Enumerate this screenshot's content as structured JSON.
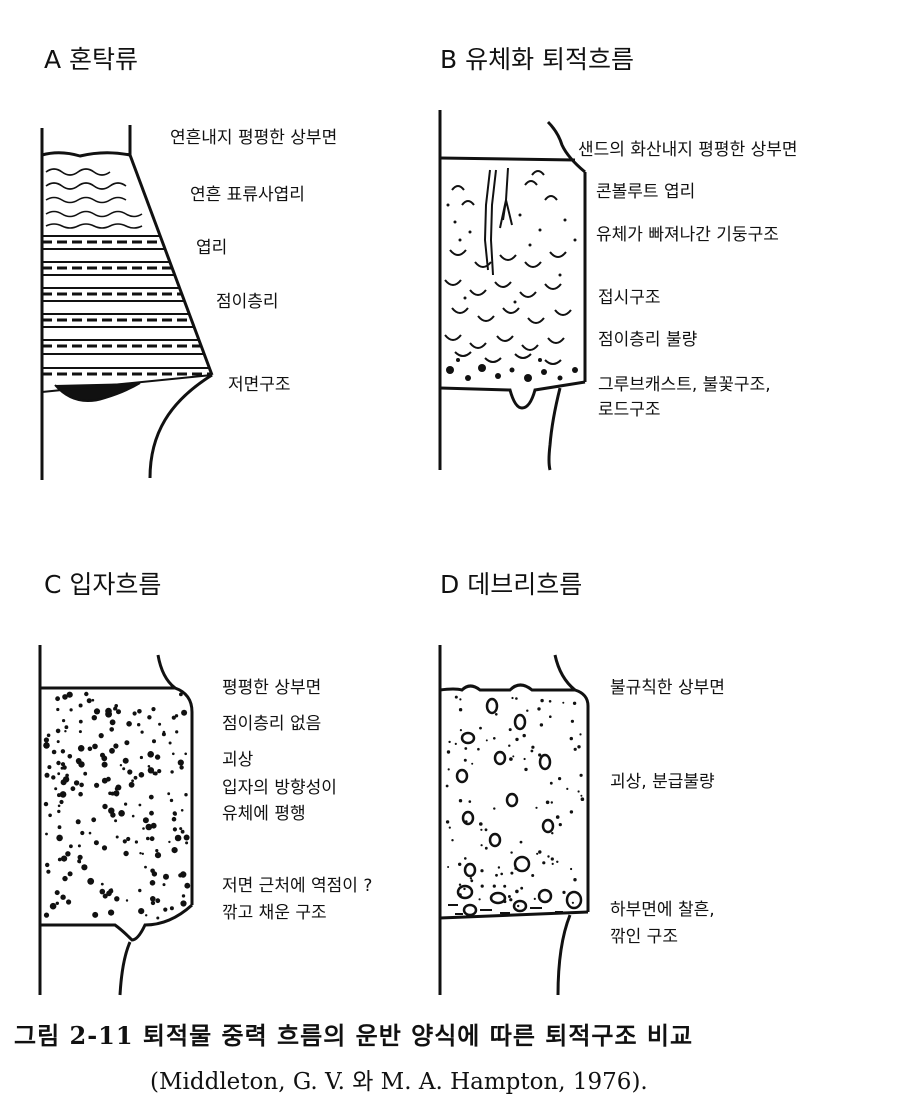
{
  "panels": [
    {
      "title": "A 혼탁류",
      "labels": [
        "연흔내지 평평한 상부면",
        "연흔 표류사엽리",
        "엽리",
        "점이층리",
        "저면구조"
      ]
    },
    {
      "title": "B 유체화 퇴적흐름",
      "labels": [
        "샌드의 화산내지 평평한 상부면",
        "콘볼루트 엽리",
        "유체가 빠져나간 기둥구조",
        "접시구조",
        "점이층리 불량",
        "그루브캐스트, 불꽃구조,",
        "로드구조"
      ]
    },
    {
      "title": "C 입자흐름",
      "labels": [
        "평평한 상부면",
        "점이층리 없음",
        "괴상",
        "입자의 방향성이",
        "유체에 평행",
        "저면 근처에 역점이 ?",
        "깎고 채운 구조"
      ]
    },
    {
      "title": "D 데브리흐름",
      "labels": [
        "불규칙한 상부면",
        "괴상, 분급불량",
        "하부면에 찰흔,",
        "깎인 구조"
      ]
    }
  ],
  "caption": {
    "line1": "그림 2-11 퇴적물 중력 흐름의 운반 양식에 따른 퇴적구조 비교",
    "line2": "(Middleton, G. V. 와 M. A. Hampton, 1976)."
  }
}
